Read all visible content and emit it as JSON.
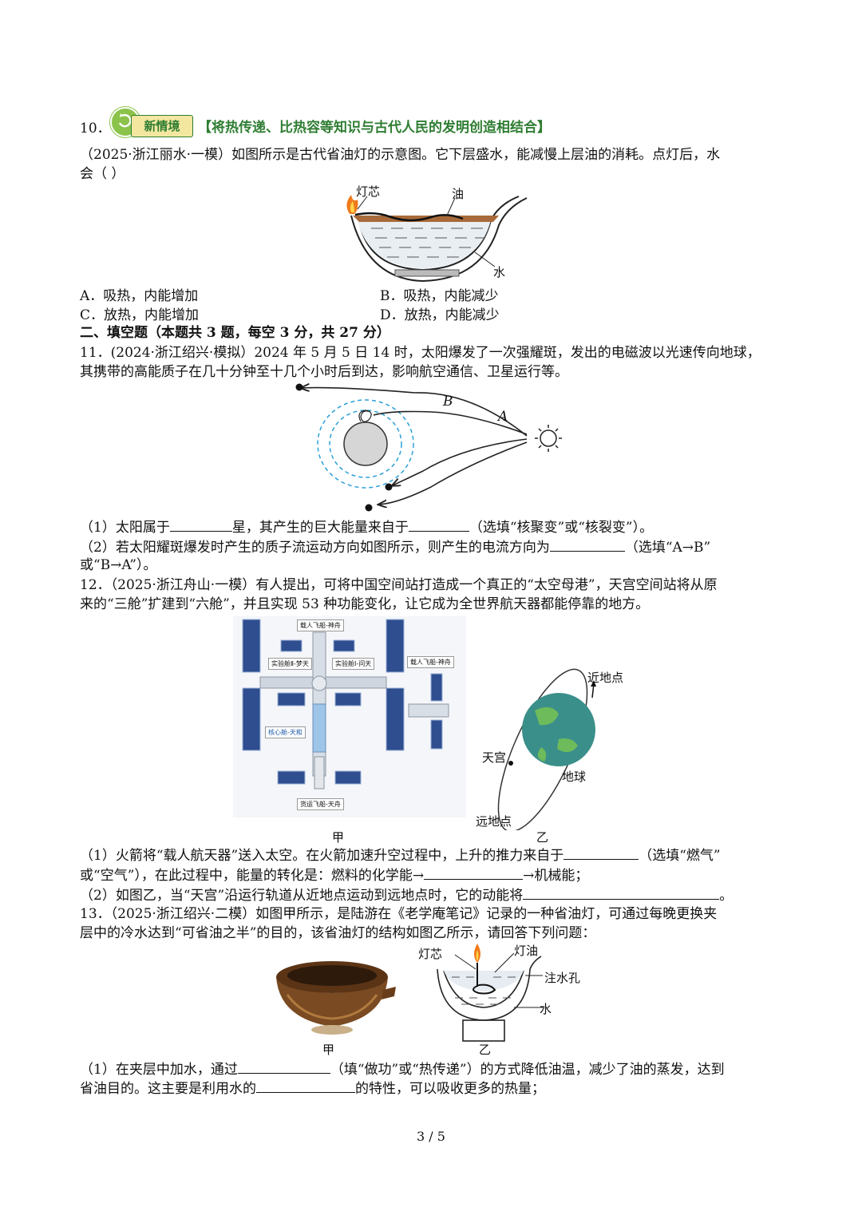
{
  "q10": {
    "number": "10．",
    "badge": "新情境",
    "topic": "【将热传递、比热容等知识与古代人民的发明创造相结合】",
    "line1": "（2025·浙江丽水·一模）如图所示是古代省油灯的示意图。它下层盛水，能减慢上层油的消耗。点灯后，水",
    "line2": "会（    ）",
    "fig_labels": {
      "wick": "灯芯",
      "oil": "油",
      "water": "水"
    },
    "options": {
      "A": "A．吸热，内能增加",
      "B": "B．吸热，内能减少",
      "C": "C．放热，内能增加",
      "D": "D．放热，内能减少"
    }
  },
  "section2": "二、填空题（本题共 3 题，每空 3 分，共 27 分）",
  "q11": {
    "line1": "11．(2024·浙江绍兴·模拟）2024 年 5 月 5 日 14 时，太阳爆发了一次强耀斑，发出的电磁波以光速传向地球，",
    "line2": "其携带的高能质子在几十分钟至十几个小时后到达，影响航空通信、卫星运行等。",
    "fig_labels": {
      "A": "A",
      "B": "B"
    },
    "p1_a": "（1）太阳属于",
    "p1_b": "星，其产生的巨大能量来自于",
    "p1_c": "（选填“核聚变”或“核裂变”）。",
    "p2_a": "（2）若太阳耀斑爆发时产生的质子流运动方向如图所示，则产生的电流方向为",
    "p2_b": "（选填“A→B”",
    "p2_c": "或“B→A”）。"
  },
  "q12": {
    "line1": "12．（2025·浙江舟山·一模）有人提出，可将中国空间站打造成一个真正的“太空母港”，天宫空间站将从原",
    "line2": "来的“三舱”扩建到“六舱”，并且实现 53 种功能变化，让它成为全世界航天器都能停靠的地方。",
    "photo_labels": {
      "crew_top": "载人飞船-神舟",
      "lab2": "实验舱Ⅱ-梦天",
      "lab1": "实验舱Ⅰ-问天",
      "crew_right": "载人飞船-神舟",
      "core": "核心舱-天和",
      "cargo": "货运飞船-天舟"
    },
    "orbit_labels": {
      "perigee": "近地点",
      "tiangong": "天宫",
      "earth": "地球",
      "apogee": "远地点"
    },
    "fig_a": "甲",
    "fig_b": "乙",
    "p1_a": "（1）火箭将“载人航天器”送入太空。在火箭加速升空过程中，上升的推力来自于",
    "p1_b": "（选填“燃气”",
    "p1_c": "或“空气”），在此过程中，能量的转化是：燃料的化学能→",
    "p1_d": "→机械能；",
    "p2_a": "（2）如图乙，当“天宫”沿运行轨道从近地点运动到远地点时，它的动能将",
    "p2_b": "。"
  },
  "q13": {
    "line1": "13．（2025·浙江绍兴·二模）如图甲所示，是陆游在《老学庵笔记》记录的一种省油灯，可通过每晚更换夹",
    "line2": "层中的冷水达到“可省油之半”的目的，该省油灯的结构如图乙所示，请回答下列问题：",
    "fig_labels": {
      "wick": "灯芯",
      "oil": "灯油",
      "hole": "注水孔",
      "water": "水"
    },
    "fig_a": "甲",
    "fig_b": "乙",
    "p1_a": "（1）在夹层中加水，通过",
    "p1_b": "（填“做功”或“热传递”）的方式降低油温，减少了油的蒸发，达到",
    "p1_c": "省油目的。这主要是利用水的",
    "p1_d": "的特性，可以吸收更多的热量；"
  },
  "page_number": "3 / 5"
}
